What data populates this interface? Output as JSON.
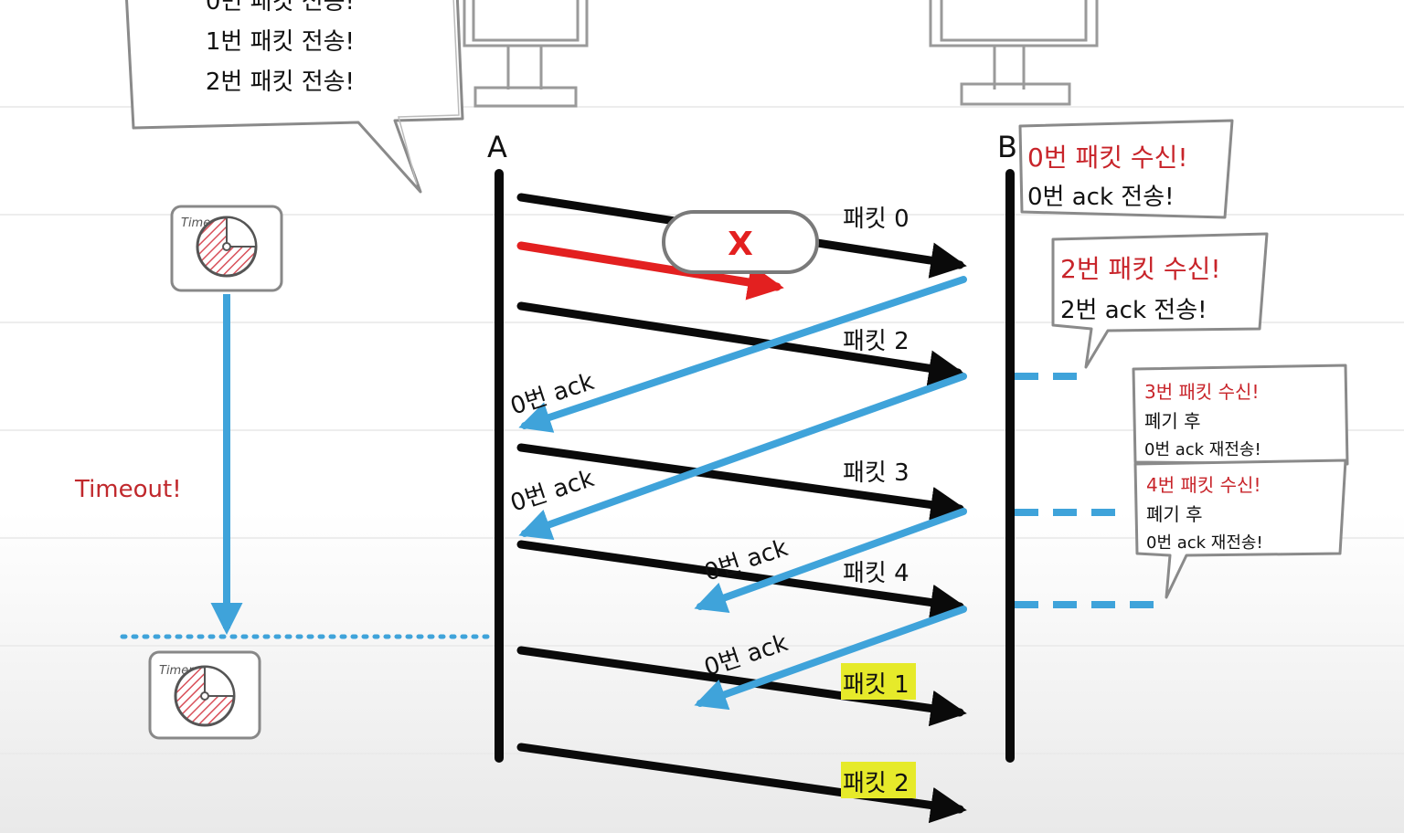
{
  "title_fragment": "Bac",
  "top_bubble": {
    "lines": [
      "0번 패킷 전송!",
      "1번 패킷 전송!",
      "2번 패킷 전송!"
    ]
  },
  "hosts": {
    "a_label": "A",
    "b_label": "B"
  },
  "timer": {
    "label": "Timer",
    "timeout_label": "Timeout!"
  },
  "loss_mark": "X",
  "packets": [
    {
      "label": "패킷 0",
      "highlight": false
    },
    {
      "label": "패킷 2",
      "highlight": false
    },
    {
      "label": "패킷 3",
      "highlight": false
    },
    {
      "label": "패킷 4",
      "highlight": false
    },
    {
      "label": "패킷 1",
      "highlight": true
    },
    {
      "label": "패킷 2",
      "highlight": true
    }
  ],
  "acks": [
    "0번 ack",
    "0번 ack",
    "0번 ack",
    "0번 ack"
  ],
  "b_bubbles": [
    {
      "red": "0번 패킷 수신!",
      "lines": [
        "0번 ack 전송!"
      ]
    },
    {
      "red": "2번 패킷 수신!",
      "lines": [
        "2번 ack 전송!"
      ]
    },
    {
      "red": "3번 패킷 수신!",
      "lines": [
        "폐기 후",
        "0번 ack 재전송!"
      ]
    },
    {
      "red": "4번 패킷 수신!",
      "lines": [
        "폐기 후",
        "0번 ack 재전송!"
      ]
    }
  ],
  "colors": {
    "packet": "#0a0a0a",
    "lost_packet": "#e32020",
    "ack": "#3fa3da",
    "timeout_text": "#c0282c",
    "bubble_red": "#c8242a",
    "highlight": "#e6ea2a"
  }
}
